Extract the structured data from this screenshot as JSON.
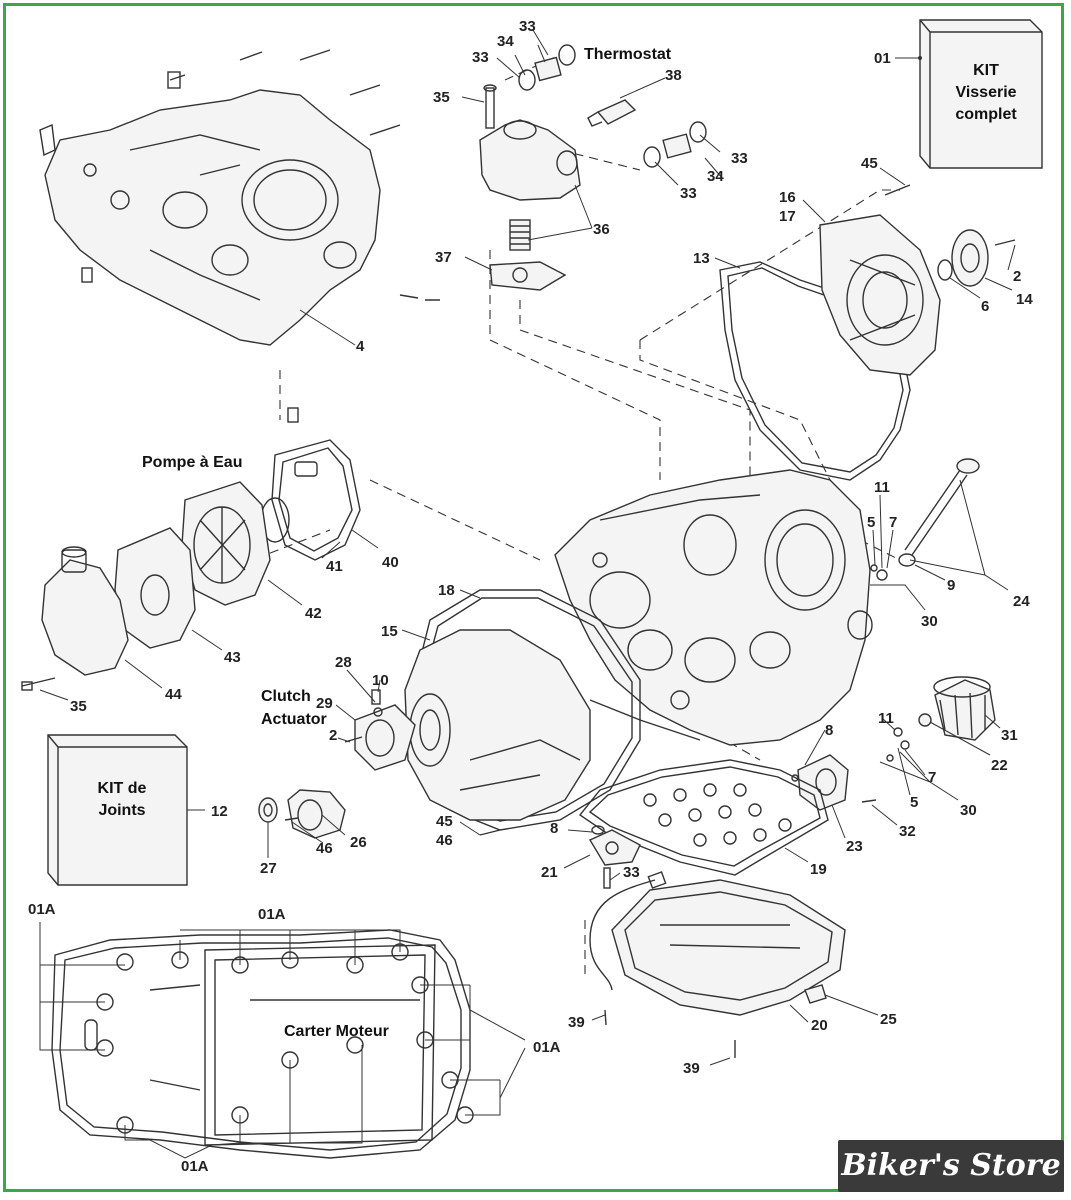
{
  "section_titles": {
    "thermostat": "Thermostat",
    "water_pump": "Pompe à Eau",
    "clutch_actuator_line1": "Clutch",
    "clutch_actuator_line2": "Actuator",
    "engine_case": "Carter Moteur"
  },
  "kit_hardware": {
    "line1": "KIT",
    "line2": "Visserie",
    "line3": "complet",
    "ref": "01"
  },
  "kit_gaskets": {
    "line1": "KIT de",
    "line2": "Joints",
    "ref": "12"
  },
  "callouts": {
    "c33a": "33",
    "c34a": "34",
    "c33b": "33",
    "c38": "38",
    "c35a": "35",
    "c33c": "33",
    "c34b": "34",
    "c33d": "33",
    "c36": "36",
    "c37": "37",
    "c45a": "45",
    "c16": "16",
    "c17": "17",
    "c13": "13",
    "c2a": "2",
    "c14": "14",
    "c6": "6",
    "c4": "4",
    "c11a": "11",
    "c5a": "5",
    "c7a": "7",
    "c9": "9",
    "c24": "24",
    "c30a": "30",
    "c40": "40",
    "c41": "41",
    "c42": "42",
    "c43": "43",
    "c44": "44",
    "c35b": "35",
    "c18": "18",
    "c15": "15",
    "c28": "28",
    "c10": "10",
    "c29": "29",
    "c2b": "2",
    "c26": "26",
    "c27": "27",
    "c46a": "46",
    "c45b": "45",
    "c46b": "46",
    "c8a": "8",
    "c11b": "11",
    "c31": "31",
    "c22": "22",
    "c5b": "5",
    "c7b": "7",
    "c30b": "30",
    "c23": "23",
    "c32": "32",
    "c19": "19",
    "c8b": "8",
    "c21": "21",
    "c33e": "33",
    "c39a": "39",
    "c39b": "39",
    "c20": "20",
    "c25": "25",
    "c01a_1": "01A",
    "c01a_2": "01A",
    "c01a_3": "01A",
    "c01a_4": "01A"
  },
  "watermark": "Biker's Store",
  "colors": {
    "frame": "#3aa845",
    "ink": "#333333",
    "watermark_bg": "#3a3a3a"
  }
}
